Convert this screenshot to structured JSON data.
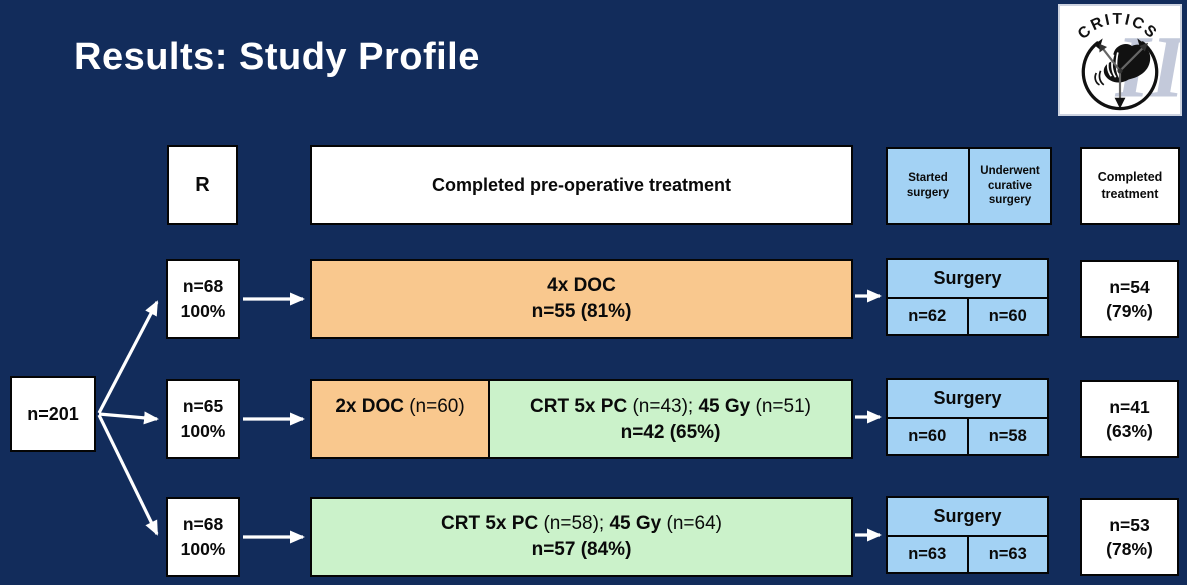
{
  "title": "Results: Study Profile",
  "logo": {
    "arc_text": "CRITICS",
    "numeral": "II"
  },
  "headers": {
    "randomization": "R",
    "preop": "Completed pre-operative treatment",
    "started_surgery": "Started surgery",
    "underwent_curative": "Underwent curative surgery",
    "completed_treatment": "Completed treatment"
  },
  "enrollment": "n=201",
  "arms": [
    {
      "randomized_n": "n=68",
      "randomized_pct": "100%",
      "treatment": {
        "line1": "4x DOC",
        "line2": "n=55 (81%)"
      },
      "surgery": {
        "label": "Surgery",
        "started_n": "n=62",
        "curative_n": "n=60"
      },
      "completed": {
        "n": "n=54",
        "pct": "(79%)"
      }
    },
    {
      "randomized_n": "n=65",
      "randomized_pct": "100%",
      "chemo": {
        "bold": "2x DOC",
        "normal": " (n=60)"
      },
      "crt": {
        "bold1": "CRT 5x PC",
        "normal1": " (n=43); ",
        "bold2": "45 Gy",
        "normal2": " (n=51)",
        "line2": "n=42 (65%)"
      },
      "surgery": {
        "label": "Surgery",
        "started_n": "n=60",
        "curative_n": "n=58"
      },
      "completed": {
        "n": "n=41",
        "pct": "(63%)"
      }
    },
    {
      "randomized_n": "n=68",
      "randomized_pct": "100%",
      "crt": {
        "bold1": "CRT 5x PC",
        "normal1": " (n=58); ",
        "bold2": "45 Gy",
        "normal2": " (n=64)",
        "line2": "n=57 (84%)"
      },
      "surgery": {
        "label": "Surgery",
        "started_n": "n=63",
        "curative_n": "n=63"
      },
      "completed": {
        "n": "n=53",
        "pct": "(78%)"
      }
    }
  ],
  "colors": {
    "background": "#122C5B",
    "chemo_orange": "#F9C88E",
    "crt_green": "#CBF2CA",
    "surgery_blue": "#A3D2F4",
    "box_white": "#FFFFFF",
    "border_black": "#050505",
    "arrow_white": "#FFFFFF",
    "title_white": "#FFFFFF"
  }
}
